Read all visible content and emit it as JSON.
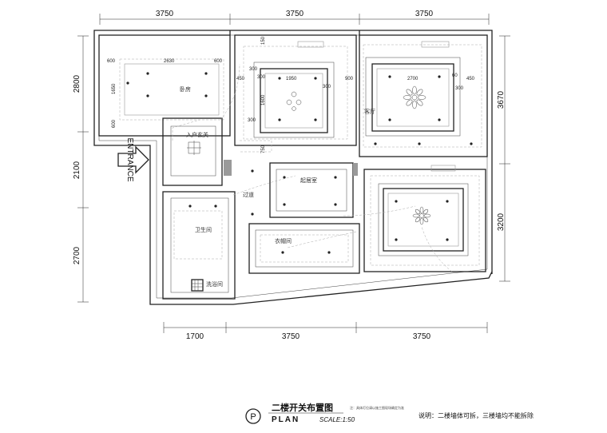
{
  "dimensions": {
    "top": [
      "3750",
      "3750",
      "3750"
    ],
    "bottom": [
      "1700",
      "3750",
      "3750"
    ],
    "left": [
      "2800",
      "2100",
      "2700"
    ],
    "right": [
      "3670",
      "3200"
    ]
  },
  "inner_dims": {
    "bedroom_a": [
      "600",
      "2630",
      "600",
      "1650",
      "600"
    ],
    "study": [
      "300",
      "300",
      "1950",
      "300",
      "1600",
      "300",
      "450",
      "150",
      "750"
    ],
    "living": [
      "900",
      "2700",
      "450",
      "300",
      "60"
    ]
  },
  "rooms": {
    "bedroom": "卧房",
    "entrance_hall": "入户玄关",
    "living_room": "客厅",
    "corridor": "过道",
    "bathroom": "卫生间",
    "lounge": "起居室",
    "storage": "衣帽间",
    "laundry": "洗浴间",
    "entrance": "ENTRANCE"
  },
  "title": {
    "symbol": "P",
    "name": "二楼开关布置图",
    "subtitle": "PLAN",
    "scale": "SCALE:1:50",
    "note_small": "注：具体灯位请以施工图现场确定为准",
    "note": "说明：二楼墙体可拆，三楼墙均不能拆除"
  }
}
